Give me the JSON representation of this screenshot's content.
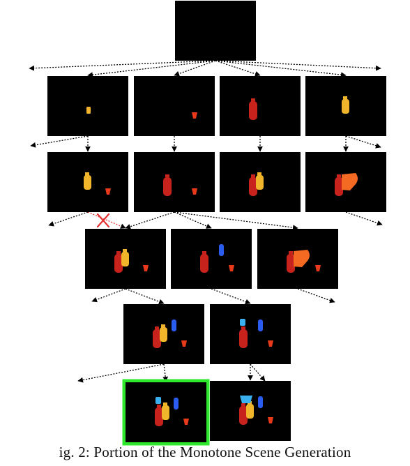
{
  "caption": "ig. 2: Portion of the Monotone Scene Generation",
  "colors": {
    "frame_bg": "#000000",
    "arrow": "#000000",
    "selected_border": "#2ee82e",
    "pruned_mark": "#e53030",
    "red_bottle": "#c8221c",
    "red_cup": "#e83a1a",
    "yellow_bottle": "#f0b52a",
    "orange_pitcher": "#f56a22",
    "blue_bottle": "#2a5cf0",
    "blue_lid": "#3ab0f0"
  },
  "nodes": [
    {
      "id": "root",
      "objects": []
    },
    {
      "id": "l1-a",
      "objects": [
        "small-yellow-bottle"
      ]
    },
    {
      "id": "l1-b",
      "objects": [
        "red-cup"
      ]
    },
    {
      "id": "l1-c",
      "objects": [
        "red-bottle"
      ]
    },
    {
      "id": "l1-d",
      "objects": [
        "yellow-bottle"
      ]
    },
    {
      "id": "l2-a",
      "objects": [
        "yellow-bottle",
        "red-cup"
      ]
    },
    {
      "id": "l2-b",
      "objects": [
        "red-bottle",
        "red-cup"
      ]
    },
    {
      "id": "l2-c",
      "objects": [
        "red-bottle",
        "yellow-bottle"
      ]
    },
    {
      "id": "l2-d",
      "objects": [
        "red-bottle",
        "orange-pitcher"
      ]
    },
    {
      "id": "l3-a",
      "objects": [
        "red-bottle",
        "yellow-bottle",
        "red-cup"
      ]
    },
    {
      "id": "l3-b",
      "objects": [
        "red-bottle",
        "blue-bottle",
        "red-cup"
      ]
    },
    {
      "id": "l3-c",
      "objects": [
        "red-bottle",
        "orange-pitcher",
        "red-cup"
      ]
    },
    {
      "id": "l4-a",
      "objects": [
        "red-bottle",
        "yellow-bottle",
        "blue-bottle",
        "red-cup"
      ]
    },
    {
      "id": "l4-b",
      "objects": [
        "red-bottle",
        "blue-lid",
        "blue-bottle",
        "red-cup"
      ]
    },
    {
      "id": "l5-a",
      "objects": [
        "red-bottle",
        "yellow-bottle",
        "blue-lid",
        "blue-bottle",
        "red-cup"
      ],
      "selected": true
    },
    {
      "id": "l5-b",
      "objects": [
        "red-bottle",
        "yellow-bottle",
        "blue-pitcher",
        "blue-bottle",
        "red-cup"
      ]
    }
  ],
  "edges": [
    {
      "from": "root",
      "to": "l1-a"
    },
    {
      "from": "root",
      "to": "l1-b"
    },
    {
      "from": "root",
      "to": "l1-c"
    },
    {
      "from": "root",
      "to": "l1-d"
    },
    {
      "from": "l1-b",
      "to": "l2-b"
    },
    {
      "from": "l1-c",
      "to": "l2-c"
    },
    {
      "from": "l1-a",
      "to": "l2-a"
    },
    {
      "from": "l1-d",
      "to": "l2-d"
    },
    {
      "from": "l2-b",
      "to": "l3-a"
    },
    {
      "from": "l2-b",
      "to": "l3-b"
    },
    {
      "from": "l2-b",
      "to": "l3-c"
    },
    {
      "from": "l2-a",
      "to": "l3-a",
      "pruned": true
    },
    {
      "from": "l3-a",
      "to": "l4-a"
    },
    {
      "from": "l3-b",
      "to": "l4-b"
    },
    {
      "from": "l4-a",
      "to": "l5-a"
    },
    {
      "from": "l4-b",
      "to": "l5-b"
    }
  ]
}
